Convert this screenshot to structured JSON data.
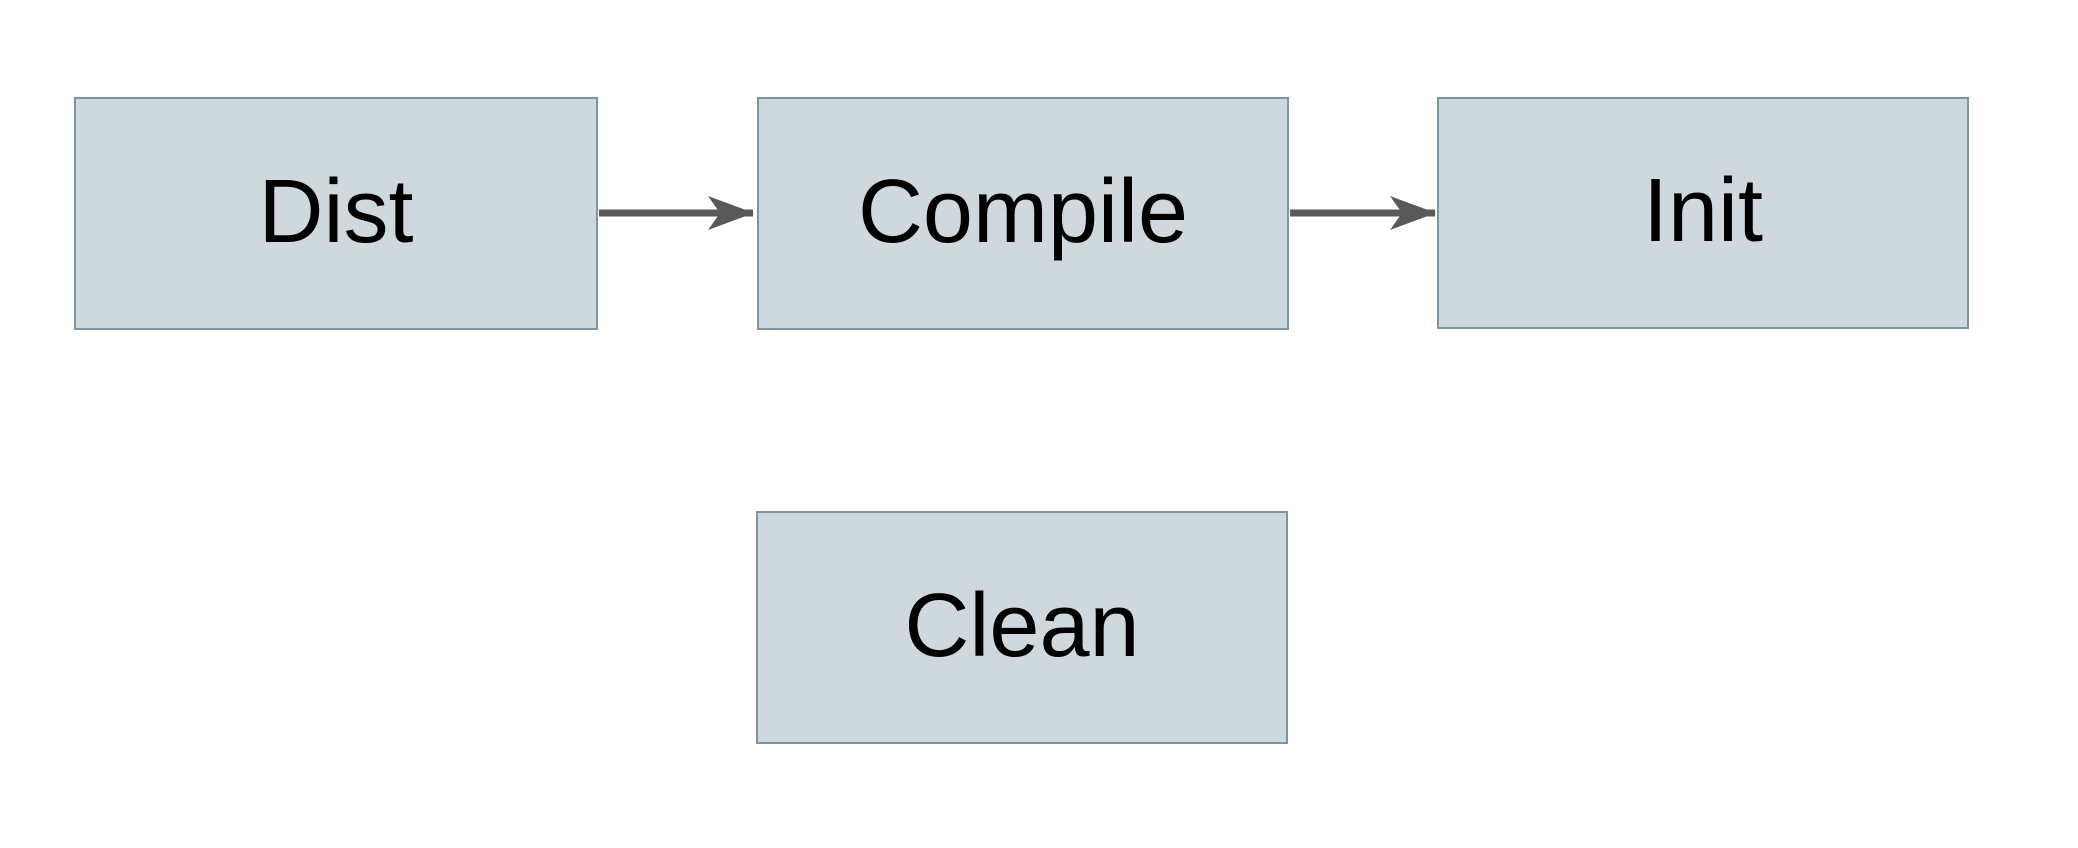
{
  "diagram": {
    "title": "task-flow-diagram",
    "nodes": [
      {
        "id": "dist",
        "label": "Dist"
      },
      {
        "id": "compile",
        "label": "Compile"
      },
      {
        "id": "init",
        "label": "Init"
      },
      {
        "id": "clean",
        "label": "Clean"
      }
    ],
    "edges": [
      {
        "from": "dist",
        "to": "compile",
        "direction": "right"
      },
      {
        "from": "compile",
        "to": "init",
        "direction": "right"
      }
    ],
    "colors": {
      "node_fill": "#cfd8dc",
      "node_border": "#7b95a1",
      "arrow": "#595959",
      "text": "#000000",
      "canvas_bg": "#ffffff"
    }
  }
}
